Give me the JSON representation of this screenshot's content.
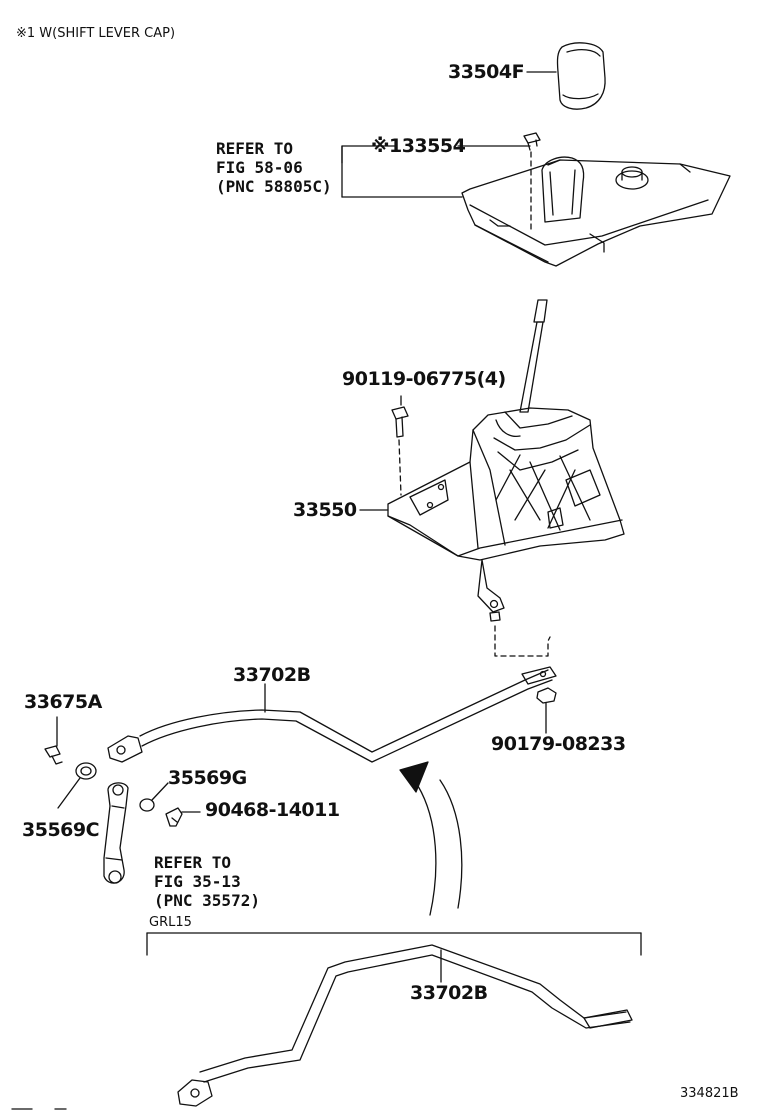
{
  "header": {
    "note": "※1 W(SHIFT LEVER CAP)"
  },
  "parts": {
    "p33504F": "33504F",
    "p33554": "※133554",
    "p90119": "90119-06775(4)",
    "p33550": "33550",
    "p33702B_upper": "33702B",
    "p33675A": "33675A",
    "p90179": "90179-08233",
    "p35569G": "35569G",
    "p90468": "90468-14011",
    "p35569C": "35569C",
    "p33702B_lower": "33702B"
  },
  "refs": {
    "ref_upper": {
      "line1": "REFER TO",
      "line2": "FIG 58-06",
      "line3": "(PNC 58805C)"
    },
    "ref_lower": {
      "line1": "REFER TO",
      "line2": "FIG 35-13",
      "line3": "(PNC 35572)"
    }
  },
  "variant": {
    "code": "GRL15"
  },
  "footer": {
    "figure_id": "334821B"
  },
  "colors": {
    "ink": "#111111",
    "paper": "#ffffff"
  }
}
